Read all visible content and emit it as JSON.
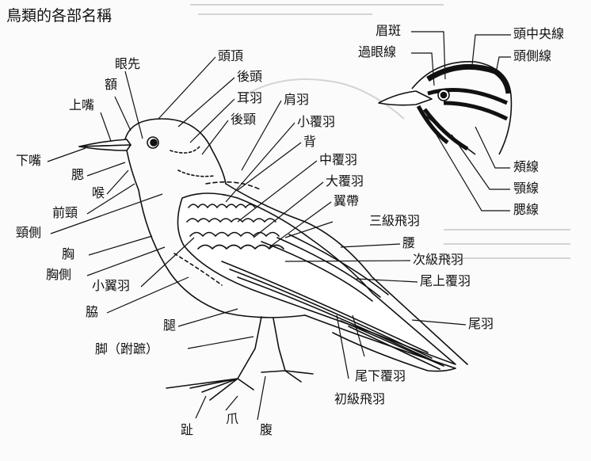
{
  "title": "鳥類的各部名稱",
  "main_labels": {
    "toutding": "頭頂",
    "houtou": "後頭",
    "eryu": "耳羽",
    "houjing": "後頸",
    "jianyu": "肩羽",
    "xiaofuyu": "小覆羽",
    "bei": "背",
    "zhongfuyu": "中覆羽",
    "dafuyu": "大覆羽",
    "yidai": "翼帶",
    "sanjifeiyu": "三級飛羽",
    "yao": "腰",
    "cijifeiyu": "次級飛羽",
    "weishangfuyu": "尾上覆羽",
    "weiyu": "尾羽",
    "weixiafuyu": "尾下覆羽",
    "chujifeiyu": "初級飛羽",
    "fu": "腹",
    "zhua": "爪",
    "zhi": "趾",
    "jiao": "脚（跗蹠）",
    "tui": "腿",
    "xie": "脇",
    "xiaoyiyu": "小翼羽",
    "xiongce": "胸側",
    "xiong": "胸",
    "jingce": "頸側",
    "qianjing": "前頸",
    "hou": "喉",
    "sai": "腮",
    "xiazui": "下嘴",
    "shangzui": "上嘴",
    "e": "額",
    "yanxian": "眼先"
  },
  "head_labels": {
    "meiban": "眉斑",
    "guoyanxian": "過眼線",
    "touzhongyangxian": "頭中央線",
    "toucexian": "頭側線",
    "jiaxian": "頰線",
    "exian": "顎線",
    "saixian": "腮線"
  },
  "colors": {
    "ink": "#111111",
    "paper": "#fbfbfb",
    "ghost": "#c9c9c9"
  }
}
